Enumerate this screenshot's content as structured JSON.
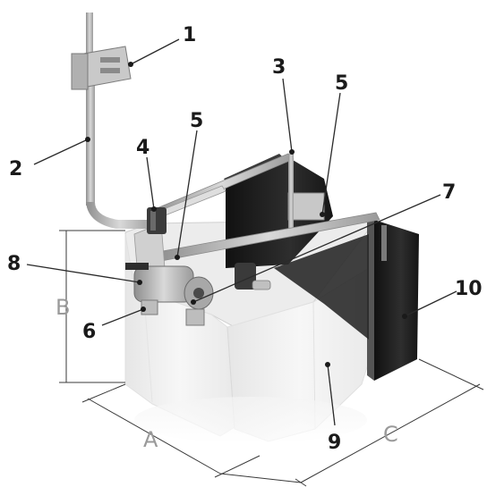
{
  "callouts": {
    "c1": "1",
    "c2": "2",
    "c3": "3",
    "c4": "4",
    "c5a": "5",
    "c5b": "5",
    "c6": "6",
    "c7": "7",
    "c8": "8",
    "c9": "9",
    "c10": "10"
  },
  "dimensions": {
    "a": "A",
    "b": "B",
    "c": "C"
  },
  "colors": {
    "background": "#ffffff",
    "tank_body": "#f2f2f2",
    "dark_panel": "#1e1e1e",
    "metal": "#b8b8b8",
    "dimension_text": "#9a9a9a",
    "callout_text": "#1a1a1a"
  }
}
